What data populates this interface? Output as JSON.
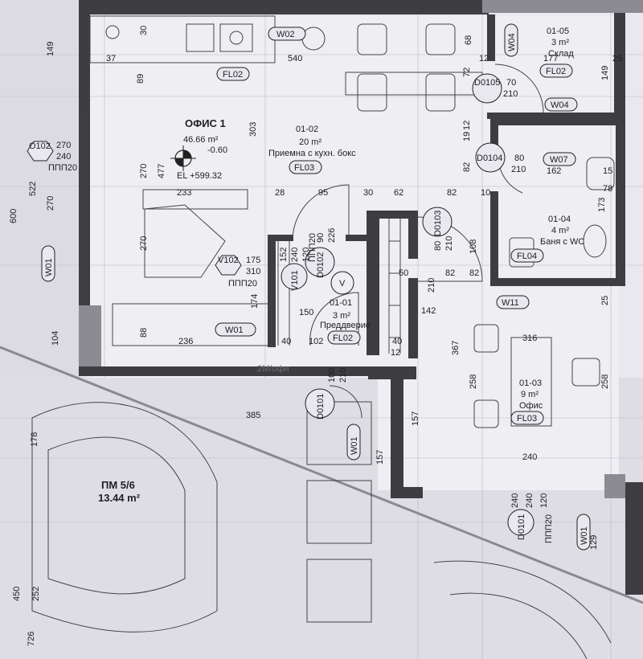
{
  "rooms": {
    "office1": {
      "name": "ОФИС 1",
      "area": "46.66 m²",
      "level": "-0.60",
      "elevation": "EL +599.32"
    },
    "r0102": {
      "code": "01-02",
      "area": "20 m²",
      "name": "Приемна с кухн. бокс",
      "floor": "FL03"
    },
    "r0101": {
      "code": "01-01",
      "area": "3 m²",
      "name": "Преддверие",
      "floor": "FL02"
    },
    "r0103": {
      "code": "01-03",
      "area": "9 m²",
      "name": "Офис",
      "floor": "FL03"
    },
    "r0104": {
      "code": "01-04",
      "area": "4 m²",
      "name": "Баня с WC",
      "floor": "FL04"
    },
    "r0105": {
      "code": "01-05",
      "area": "3 m²",
      "name": "Склад",
      "floor": "FL02"
    },
    "parking": {
      "name": "ПМ 5/6",
      "area": "13.44 m²"
    }
  },
  "tags": {
    "fl02_top": "FL02",
    "w02": "W02",
    "w04a": "W04",
    "w04b": "W04",
    "w07": "W07",
    "w11": "W11",
    "w01_left": "W01",
    "w01_bottom": "W01",
    "w01_entry": "W01",
    "w01_right": "W01",
    "d0105": "D0105",
    "d0104": "D0104",
    "d0103": "D0103",
    "d0102": "D0102",
    "d0101": "D0101",
    "d0101_b": "D0101",
    "o0102": "O102",
    "v101": "V101",
    "v102": "V102",
    "ppp_a": "ППП20",
    "ppp_b": "ППП20",
    "ppp_c": "ППП20",
    "ppp_d": "ППП20",
    "vent": "V",
    "m2": "2М/офи"
  },
  "dims": {
    "d30": "30",
    "d37": "37",
    "d149a": "149",
    "d89": "89",
    "d540": "540",
    "d68": "68",
    "d177": "177",
    "d25a": "25",
    "d149b": "149",
    "d72": "72",
    "d12a": "12",
    "d70": "70",
    "d210a": "210",
    "d12b": "12",
    "d19": "19",
    "d80a": "80",
    "d210b": "210",
    "d162": "162",
    "d15": "15",
    "d78": "78",
    "d173": "173",
    "d82a": "82",
    "d303": "303",
    "d270a": "270",
    "d477": "477",
    "d233": "233",
    "d28": "28",
    "d95": "95",
    "d30b": "30",
    "d62": "62",
    "d82b": "82",
    "d10": "10",
    "d82c": "82",
    "d108": "108",
    "d80b": "80",
    "d210c": "210",
    "d90": "90",
    "d226": "226",
    "d152": "152",
    "d240a": "240",
    "d120": "120",
    "d175": "175",
    "d310": "310",
    "d50": "50",
    "d210d": "210",
    "d82d": "82",
    "d174": "174",
    "d150": "150",
    "d142": "142",
    "d25b": "25",
    "d88": "88",
    "d236": "236",
    "d40a": "40",
    "d102": "102",
    "d40b": "40",
    "d12c": "12",
    "d367": "367",
    "d316": "316",
    "d258a": "258",
    "d258b": "258",
    "d100": "100",
    "d210e": "210",
    "d157a": "157",
    "d240b": "240",
    "d385": "385",
    "d157b": "157",
    "d178": "178",
    "d270b": "270",
    "d240c": "240",
    "d270c": "270",
    "d522": "522",
    "d270d": "270",
    "d600": "600",
    "d104": "104",
    "d240d": "240",
    "d240e": "240",
    "d120b": "120",
    "d129": "129",
    "d450": "450",
    "d252": "252",
    "d726": "726"
  }
}
